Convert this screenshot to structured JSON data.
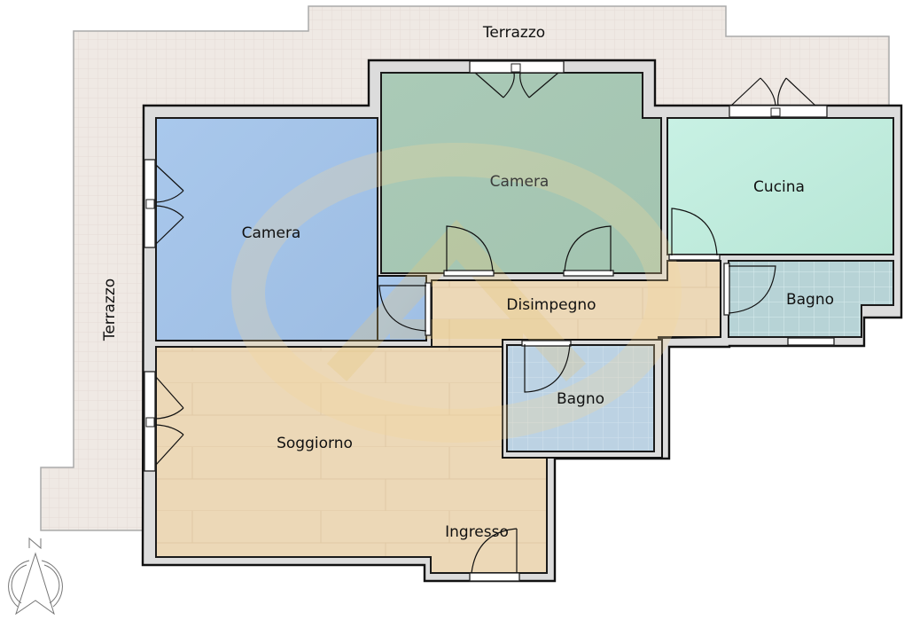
{
  "plan": {
    "type": "apartment-floor-plan",
    "colors": {
      "terrace": "#efe9e4",
      "terrace_grid": "#e3dcd6",
      "wall": "#dcdcdc",
      "wall_outline": "#111111",
      "camera_blue": "#a7c6ea",
      "camera_green": "#a8c9b5",
      "cucina": "#c4eee1",
      "bagno_tiles": "#b9d5da",
      "bagno_center": "#bcd0e2",
      "wood_floor": "#ecd7b5",
      "watermark": "#e8c77a"
    },
    "terraces": [
      {
        "label": "Terrazzo",
        "position": "top",
        "orientation": "horizontal"
      },
      {
        "label": "Terrazzo",
        "position": "left",
        "orientation": "vertical"
      }
    ],
    "rooms": [
      {
        "id": "camera-left",
        "label": "Camera",
        "floor": "blue"
      },
      {
        "id": "camera-top",
        "label": "Camera",
        "floor": "green"
      },
      {
        "id": "cucina",
        "label": "Cucina",
        "floor": "mint"
      },
      {
        "id": "disimpegno",
        "label": "Disimpegno",
        "floor": "wood"
      },
      {
        "id": "bagno-right",
        "label": "Bagno",
        "floor": "tiles"
      },
      {
        "id": "bagno-center",
        "label": "Bagno",
        "floor": "tiles"
      },
      {
        "id": "soggiorno",
        "label": "Soggiorno",
        "floor": "wood"
      },
      {
        "id": "ingresso",
        "label": "Ingresso",
        "floor": "wood"
      }
    ],
    "compass": {
      "label": "N"
    }
  }
}
